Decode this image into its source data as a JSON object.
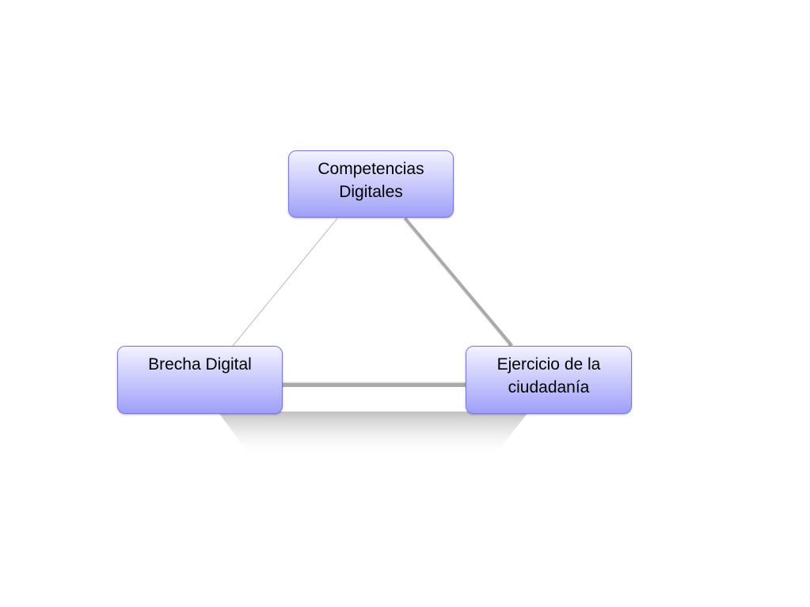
{
  "diagram": {
    "type": "triangle",
    "nodes": [
      {
        "id": "top",
        "lines": [
          "Competencias",
          "Digitales"
        ]
      },
      {
        "id": "left",
        "lines": [
          "Brecha Digital"
        ]
      },
      {
        "id": "right",
        "lines": [
          "Ejercicio de la",
          "ciudadanía"
        ]
      }
    ],
    "connections": [
      {
        "from": "top",
        "to": "left"
      },
      {
        "from": "top",
        "to": "right"
      },
      {
        "from": "left",
        "to": "right"
      }
    ],
    "colors": {
      "node_fill_top": "#f3f3ff",
      "node_fill_bottom": "#9f9ffa",
      "node_border": "#7a7ad6",
      "connector": "#bdbdbd",
      "shadow": "#c8c8c8"
    }
  }
}
